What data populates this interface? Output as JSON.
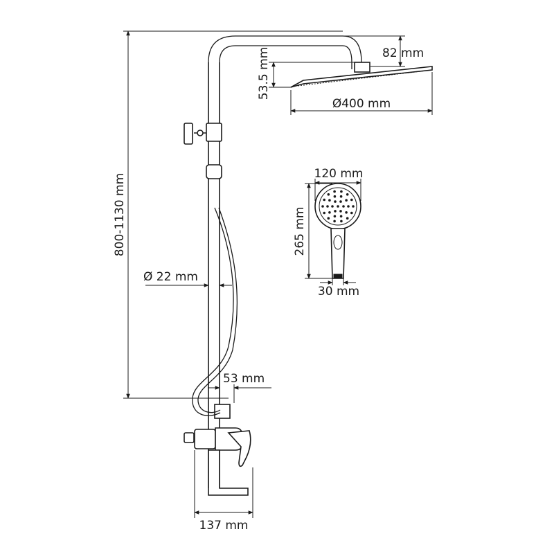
{
  "dimensions": {
    "height_total": "800-1130 mm",
    "arm_drop": "82 mm",
    "head_thickness": "53.5 mm",
    "head_diameter": "Ø400 mm",
    "pipe_diameter": "Ø 22 mm",
    "holder_offset": "53 mm",
    "mixer_depth": "137 mm",
    "hand_width": "120 mm",
    "hand_length": "265 mm",
    "handle_width": "30 mm"
  }
}
